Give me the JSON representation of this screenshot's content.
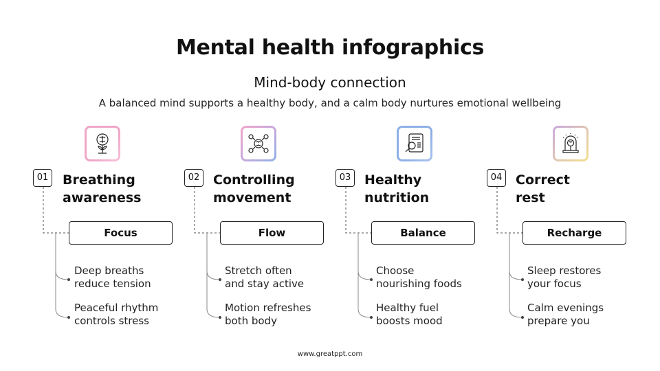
{
  "title": "Mental health infographics",
  "subtitle": "Mind-body connection",
  "description": "A balanced mind supports a healthy body, and a calm body nurtures emotional wellbeing",
  "footer": "www.greatppt.com",
  "colors": {
    "gradient_pink": "#f0a6c8",
    "gradient_blue": "#8fb0e6",
    "gradient_yellow": "#f3e08c"
  },
  "steps": [
    {
      "number": "01",
      "heading_line1": "Breathing",
      "heading_line2": "awareness",
      "tag": "Focus",
      "icon": "brain-flower-icon",
      "bullets": [
        {
          "line1": "Deep breaths",
          "line2": "reduce tension"
        },
        {
          "line1": "Peaceful rhythm",
          "line2": "controls stress"
        }
      ]
    },
    {
      "number": "02",
      "heading_line1": "Controlling",
      "heading_line2": "movement",
      "tag": "Flow",
      "icon": "brain-gears-icon",
      "bullets": [
        {
          "line1": "Stretch often",
          "line2": "and stay active"
        },
        {
          "line1": "Motion refreshes",
          "line2": "both body"
        }
      ]
    },
    {
      "number": "03",
      "heading_line1": "Healthy",
      "heading_line2": "nutrition",
      "tag": "Balance",
      "icon": "document-magnifier-icon",
      "bullets": [
        {
          "line1": "Choose",
          "line2": "nourishing foods"
        },
        {
          "line1": "Healthy fuel",
          "line2": "boosts mood"
        }
      ]
    },
    {
      "number": "04",
      "heading_line1": "Correct",
      "heading_line2": "rest",
      "tag": "Recharge",
      "icon": "brain-bell-jar-icon",
      "bullets": [
        {
          "line1": "Sleep restores",
          "line2": "your focus"
        },
        {
          "line1": "Calm evenings",
          "line2": "prepare you"
        }
      ]
    }
  ]
}
